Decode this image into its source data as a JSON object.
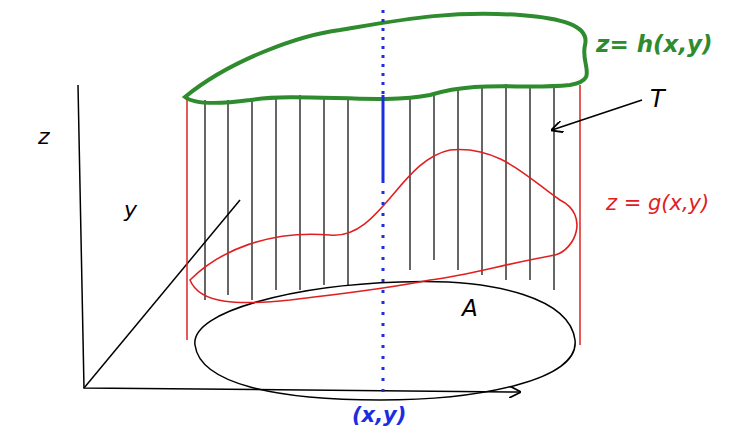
{
  "diagram": {
    "labels": [
      "z",
      "y",
      "z= h(x,y)",
      "T",
      "z = g(x,y)",
      "A",
      "(x,y)"
    ]
  }
}
